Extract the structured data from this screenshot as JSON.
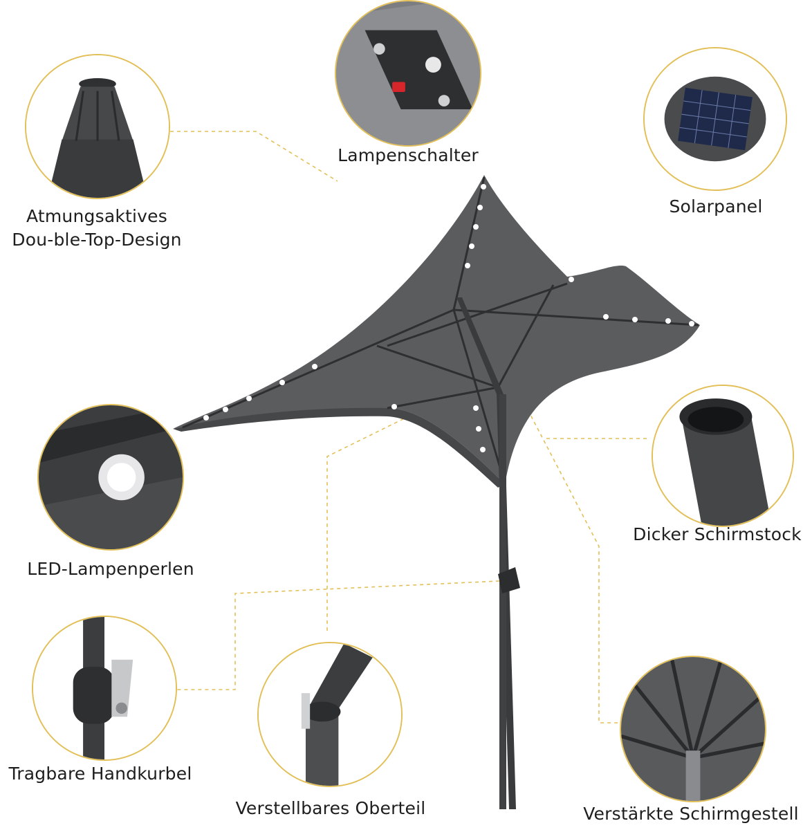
{
  "features": {
    "lampenschalter": "Lampenschalter",
    "solarpanel": "Solarpanel",
    "double_top": [
      "Atmungsaktives",
      "Dou-ble-Top-Design"
    ],
    "led": "LED-Lampenperlen",
    "schirmstock": "Dicker Schirmstock",
    "handkurbel": "Tragbare Handkurbel",
    "oberteil": "Verstellbares Oberteil",
    "schirmgestell": "Verstärkte Schirmgestell"
  },
  "colors": {
    "accent": "#e2bf57",
    "canopy": "#5a5b5d",
    "pole": "#3a3b3d",
    "led": "#ffffff"
  }
}
